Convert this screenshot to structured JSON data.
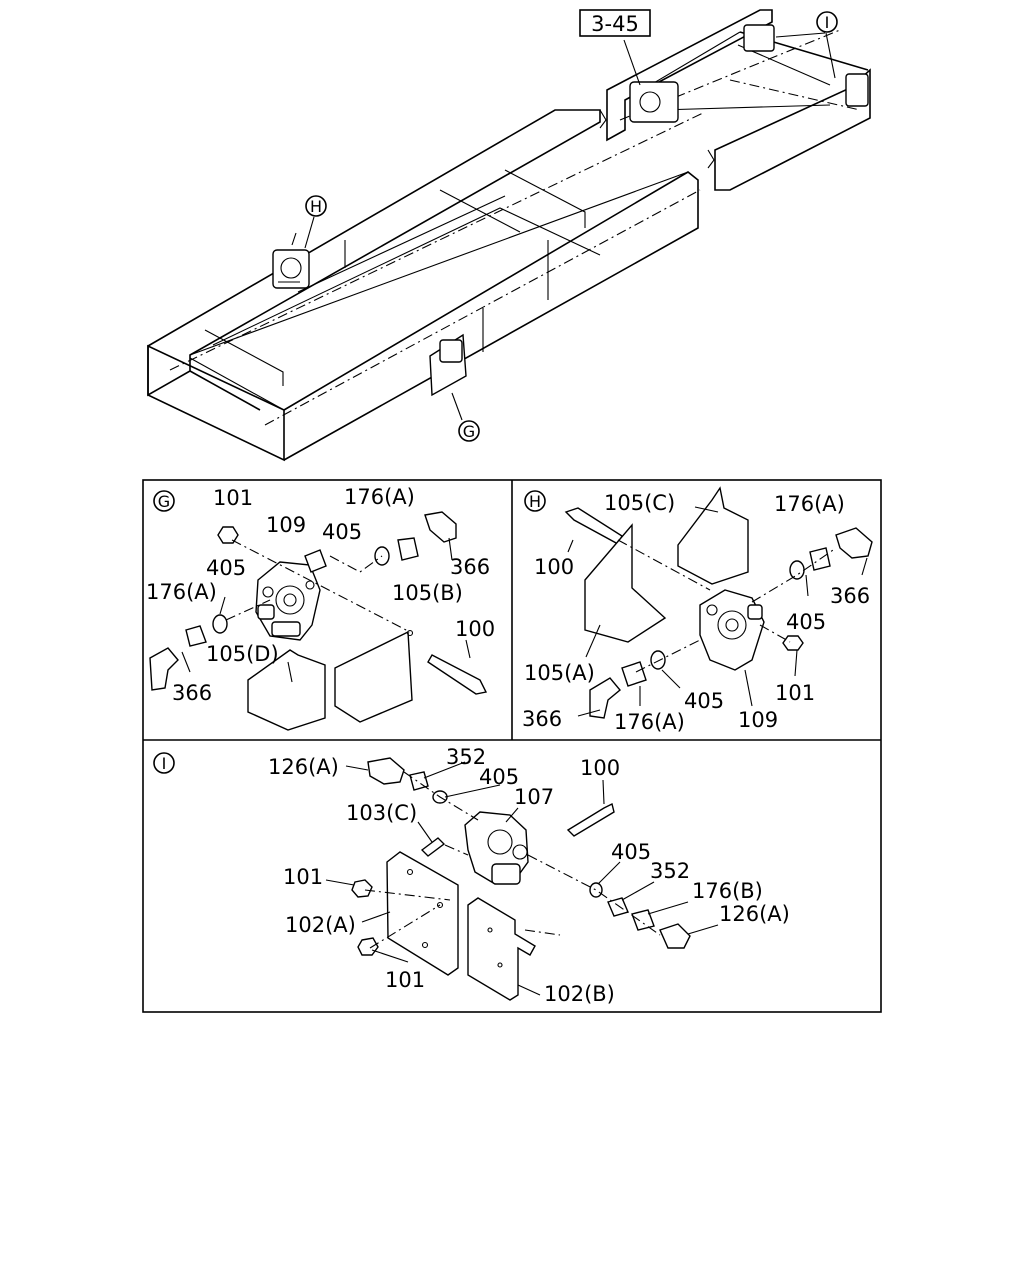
{
  "overview": {
    "ref_box": "3-45",
    "callouts": {
      "H": "H",
      "G": "G",
      "I": "I"
    }
  },
  "panel_g": {
    "marker": "G",
    "labels": {
      "l101": "101",
      "l109": "109",
      "l176a_top": "176(A)",
      "l405_top": "405",
      "l366_right": "366",
      "l405_left": "405",
      "l176a_left": "176(A)",
      "l105b": "105(B)",
      "l100": "100",
      "l105d": "105(D)",
      "l366_bottom": "366"
    }
  },
  "panel_h": {
    "marker": "H",
    "labels": {
      "l105c": "105(C)",
      "l176a_top": "176(A)",
      "l100": "100",
      "l366_right": "366",
      "l405_right": "405",
      "l105a": "105(A)",
      "l101": "101",
      "l405_bottom": "405",
      "l366_left": "366",
      "l176a_bottom": "176(A)",
      "l109": "109"
    }
  },
  "panel_i": {
    "marker": "I",
    "labels": {
      "l126a_top": "126(A)",
      "l352_top": "352",
      "l405_top": "405",
      "l100": "100",
      "l103c": "103(C)",
      "l107": "107",
      "l405_right": "405",
      "l352_right": "352",
      "l101_top": "101",
      "l176b": "176(B)",
      "l126a_right": "126(A)",
      "l102a": "102(A)",
      "l101_bottom": "101",
      "l102b": "102(B)"
    }
  }
}
